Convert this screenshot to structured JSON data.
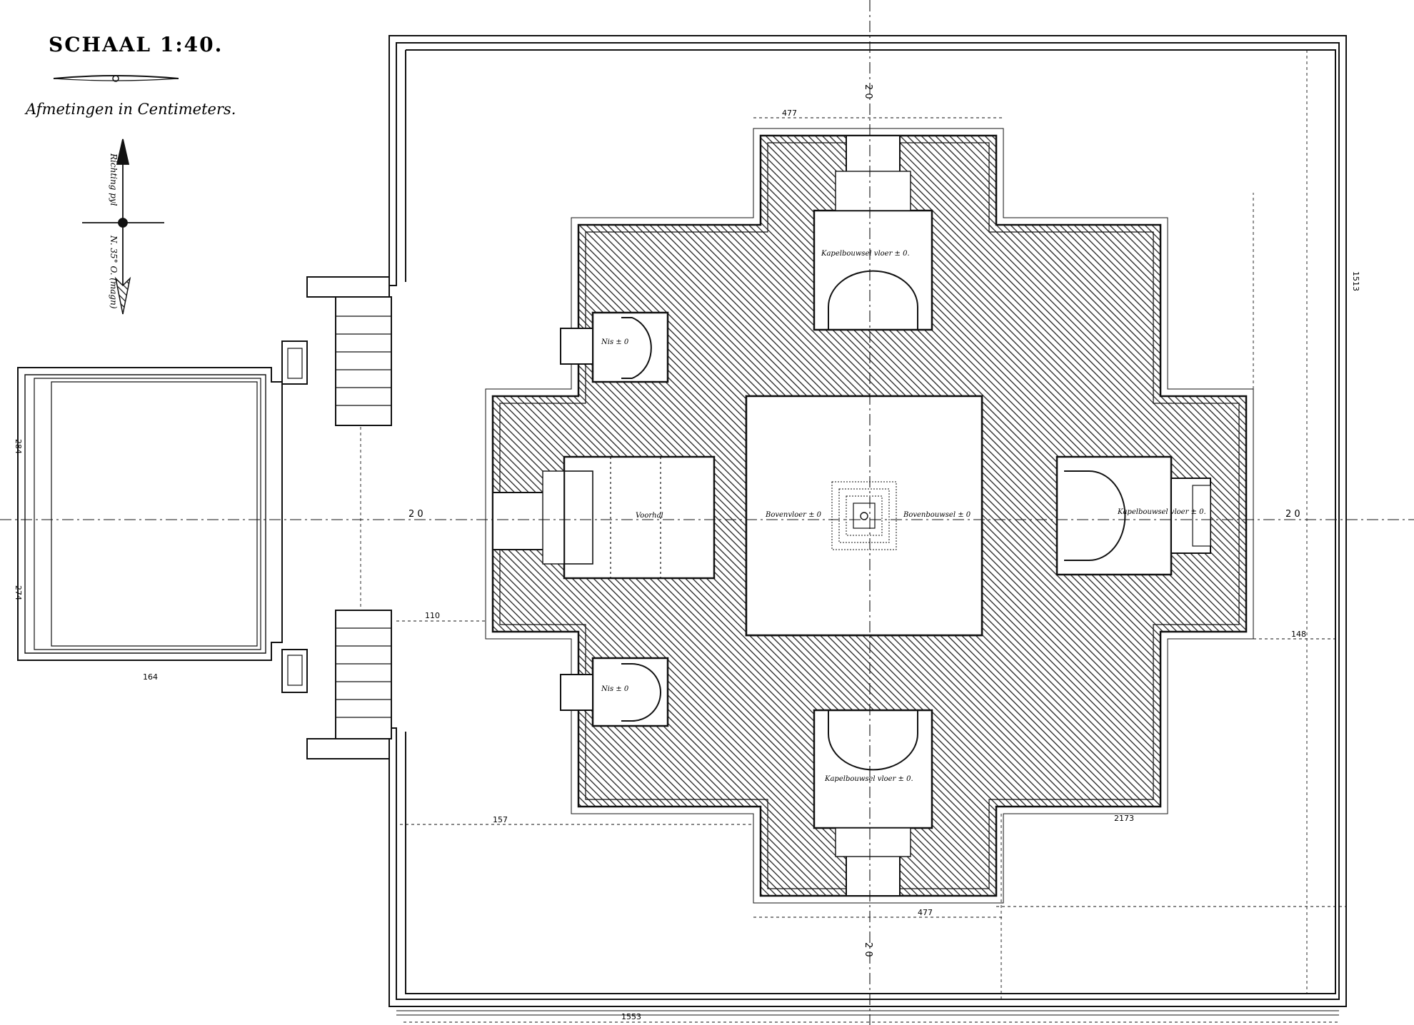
{
  "header": {
    "scale": "SCHAAL 1:40.",
    "units_note": "Afmetingen in Centimeters."
  },
  "compass": {
    "top_label": "Richting pyl",
    "bottom_label": "N. 35° O. (magn)",
    "icon": "north-arrow-icon"
  },
  "axis_marks": {
    "top": "2 0",
    "bottom": "2 0",
    "left": "2 0",
    "right": "2 0"
  },
  "rooms": {
    "chapel_north": "Kapelbouwsel vloer ± 0.",
    "chapel_south": "Kapelbouwsel vloer ± 0.",
    "chapel_east": "Kapelbouwsel vloer ± 0.",
    "vestibule": "Voorhal",
    "cella_left": "Bovenvloer ± 0",
    "cella_right": "Bovenbouwsel ± 0",
    "niche_nw": "Nis ± 0",
    "niche_sw": "Nis ± 0"
  },
  "dimensions": {
    "outer_bottom": "1553",
    "outer_right": "1513",
    "top_wing": "477",
    "bottom_wing": "477",
    "left_court": "284",
    "left_court_b": "274",
    "court_width": "164",
    "stair": "110",
    "right_wing": "148",
    "lower_left": "157",
    "mid": "2173"
  },
  "colors": {
    "ink": "#111111",
    "paper": "#ffffff",
    "hatch": "#222222"
  }
}
